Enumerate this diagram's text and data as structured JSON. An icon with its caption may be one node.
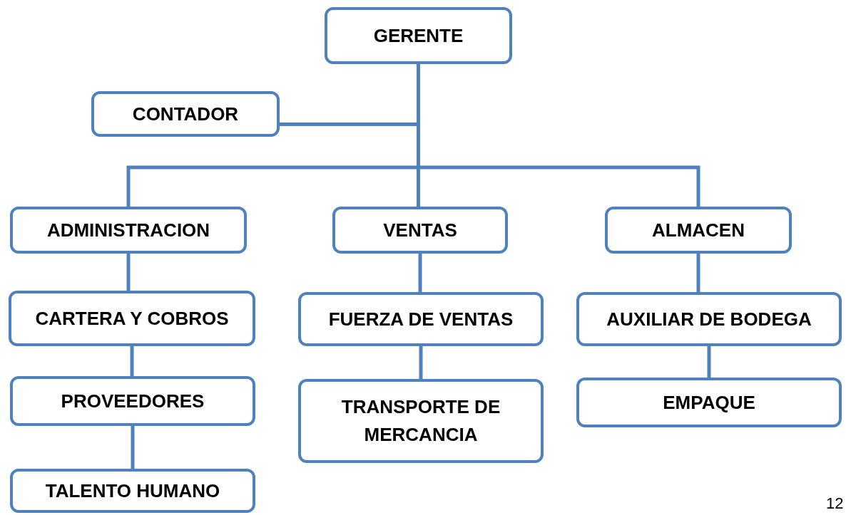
{
  "diagram": {
    "nodes": [
      {
        "text": [
          "GERENTE"
        ]
      },
      {
        "text": [
          "CONTADOR"
        ]
      },
      {
        "text": [
          "ADMINISTRACION"
        ]
      },
      {
        "text": [
          "VENTAS"
        ]
      },
      {
        "text": [
          "ALMACEN"
        ]
      },
      {
        "text": [
          "CARTERA Y COBROS"
        ]
      },
      {
        "text": [
          "FUERZA DE VENTAS"
        ]
      },
      {
        "text": [
          "AUXILIAR DE BODEGA"
        ]
      },
      {
        "text": [
          "PROVEEDORES"
        ]
      },
      {
        "text": [
          "TRANSPORTE DE MERCANCIA"
        ]
      },
      {
        "text": [
          "EMPAQUE"
        ]
      },
      {
        "text": [
          "TALENTO HUMANO"
        ]
      }
    ],
    "edges": [
      {
        "from": 0,
        "to": 1,
        "arrow": "none"
      },
      {
        "from": 0,
        "to": 2,
        "arrow": "none"
      },
      {
        "from": 0,
        "to": 3,
        "arrow": "none"
      },
      {
        "from": 0,
        "to": 4,
        "arrow": "none"
      },
      {
        "from": 2,
        "to": 5,
        "arrow": "none"
      },
      {
        "from": 5,
        "to": 8,
        "arrow": "none"
      },
      {
        "from": 8,
        "to": 11,
        "arrow": "none"
      },
      {
        "from": 3,
        "to": 6,
        "arrow": "none"
      },
      {
        "from": 6,
        "to": 9,
        "arrow": "none"
      },
      {
        "from": 4,
        "to": 7,
        "arrow": "none"
      },
      {
        "from": 7,
        "to": 10,
        "arrow": "none"
      }
    ],
    "labels": [
      "12"
    ]
  }
}
